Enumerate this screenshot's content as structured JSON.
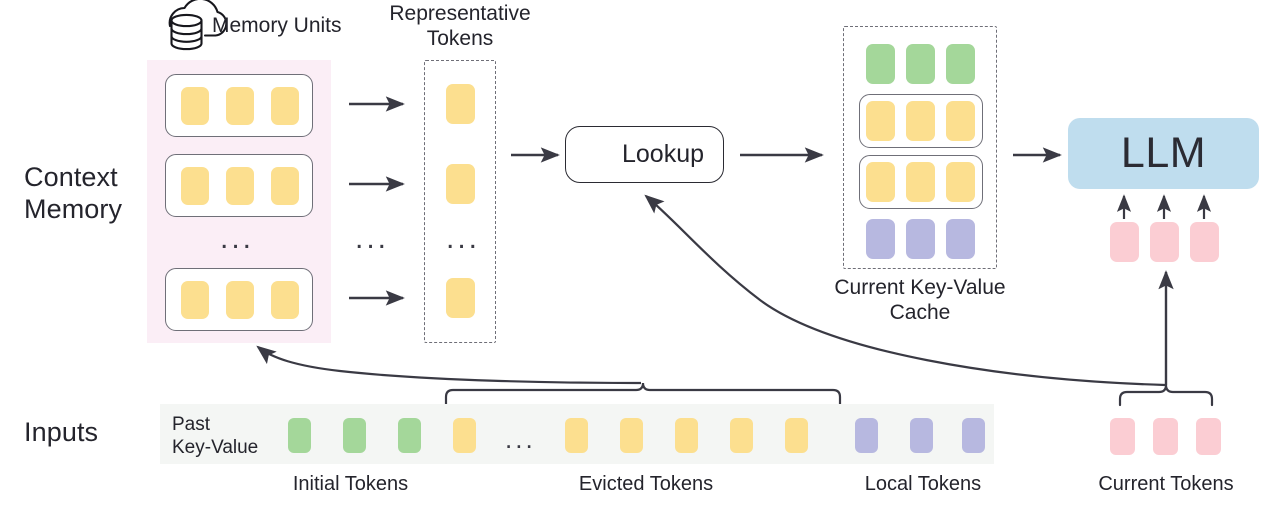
{
  "diagram": {
    "title_icons": {
      "memory_units_icon": "cloud-database-icon",
      "lookup_icon": "magnifier-icon"
    },
    "row_labels": {
      "context_memory": "Context\nMemory",
      "inputs": "Inputs"
    },
    "headers": {
      "memory_units": "Memory Units",
      "representative_tokens": "Representative\nTokens"
    },
    "lookup": {
      "label": "Lookup"
    },
    "kv_cache": {
      "caption": "Current Key-Value\nCache"
    },
    "llm": {
      "label": "LLM"
    },
    "inputs": {
      "past_key_value": "Past\nKey-Value",
      "ellipsis": "...",
      "group_labels": {
        "initial": "Initial Tokens",
        "evicted": "Evicted Tokens",
        "local": "Local Tokens",
        "current": "Current Tokens"
      },
      "token_sequence": [
        {
          "group": "initial",
          "color": "green"
        },
        {
          "group": "initial",
          "color": "green"
        },
        {
          "group": "initial",
          "color": "green"
        },
        {
          "group": "evicted",
          "color": "yellow"
        },
        {
          "group": "evicted",
          "color": "ellipsis"
        },
        {
          "group": "evicted",
          "color": "yellow"
        },
        {
          "group": "evicted",
          "color": "yellow"
        },
        {
          "group": "evicted",
          "color": "yellow"
        },
        {
          "group": "evicted",
          "color": "yellow"
        },
        {
          "group": "evicted",
          "color": "yellow"
        },
        {
          "group": "local",
          "color": "purple"
        },
        {
          "group": "local",
          "color": "purple"
        },
        {
          "group": "local",
          "color": "purple"
        }
      ],
      "current_tokens": [
        {
          "color": "pink"
        },
        {
          "color": "pink"
        },
        {
          "color": "pink"
        }
      ]
    },
    "memory_units": {
      "unit_count_visible": 3,
      "tokens_per_unit": 3,
      "ellipsis": "...",
      "token_color": "yellow"
    },
    "representative_tokens": {
      "count_visible": 3,
      "ellipsis": "...",
      "token_color": "yellow"
    },
    "kv_cache_rows": [
      {
        "name": "initial",
        "color": "green",
        "framed": false,
        "count": 3
      },
      {
        "name": "retrieved-1",
        "color": "yellow",
        "framed": true,
        "count": 3
      },
      {
        "name": "retrieved-2",
        "color": "yellow",
        "framed": true,
        "count": 3
      },
      {
        "name": "local",
        "color": "purple",
        "framed": false,
        "count": 3
      }
    ],
    "llm_input_tokens": [
      {
        "color": "pink"
      },
      {
        "color": "pink"
      },
      {
        "color": "pink"
      }
    ],
    "colors": {
      "yellow": "#fcdf8f",
      "green": "#a4d79a",
      "purple": "#b7b8e0",
      "pink": "#fbcdd3",
      "llm_blue": "#bfddee",
      "context_memory_bg": "#fbeef6",
      "inputs_bg": "#f4f6f4",
      "stroke": "#3a3a44"
    }
  }
}
